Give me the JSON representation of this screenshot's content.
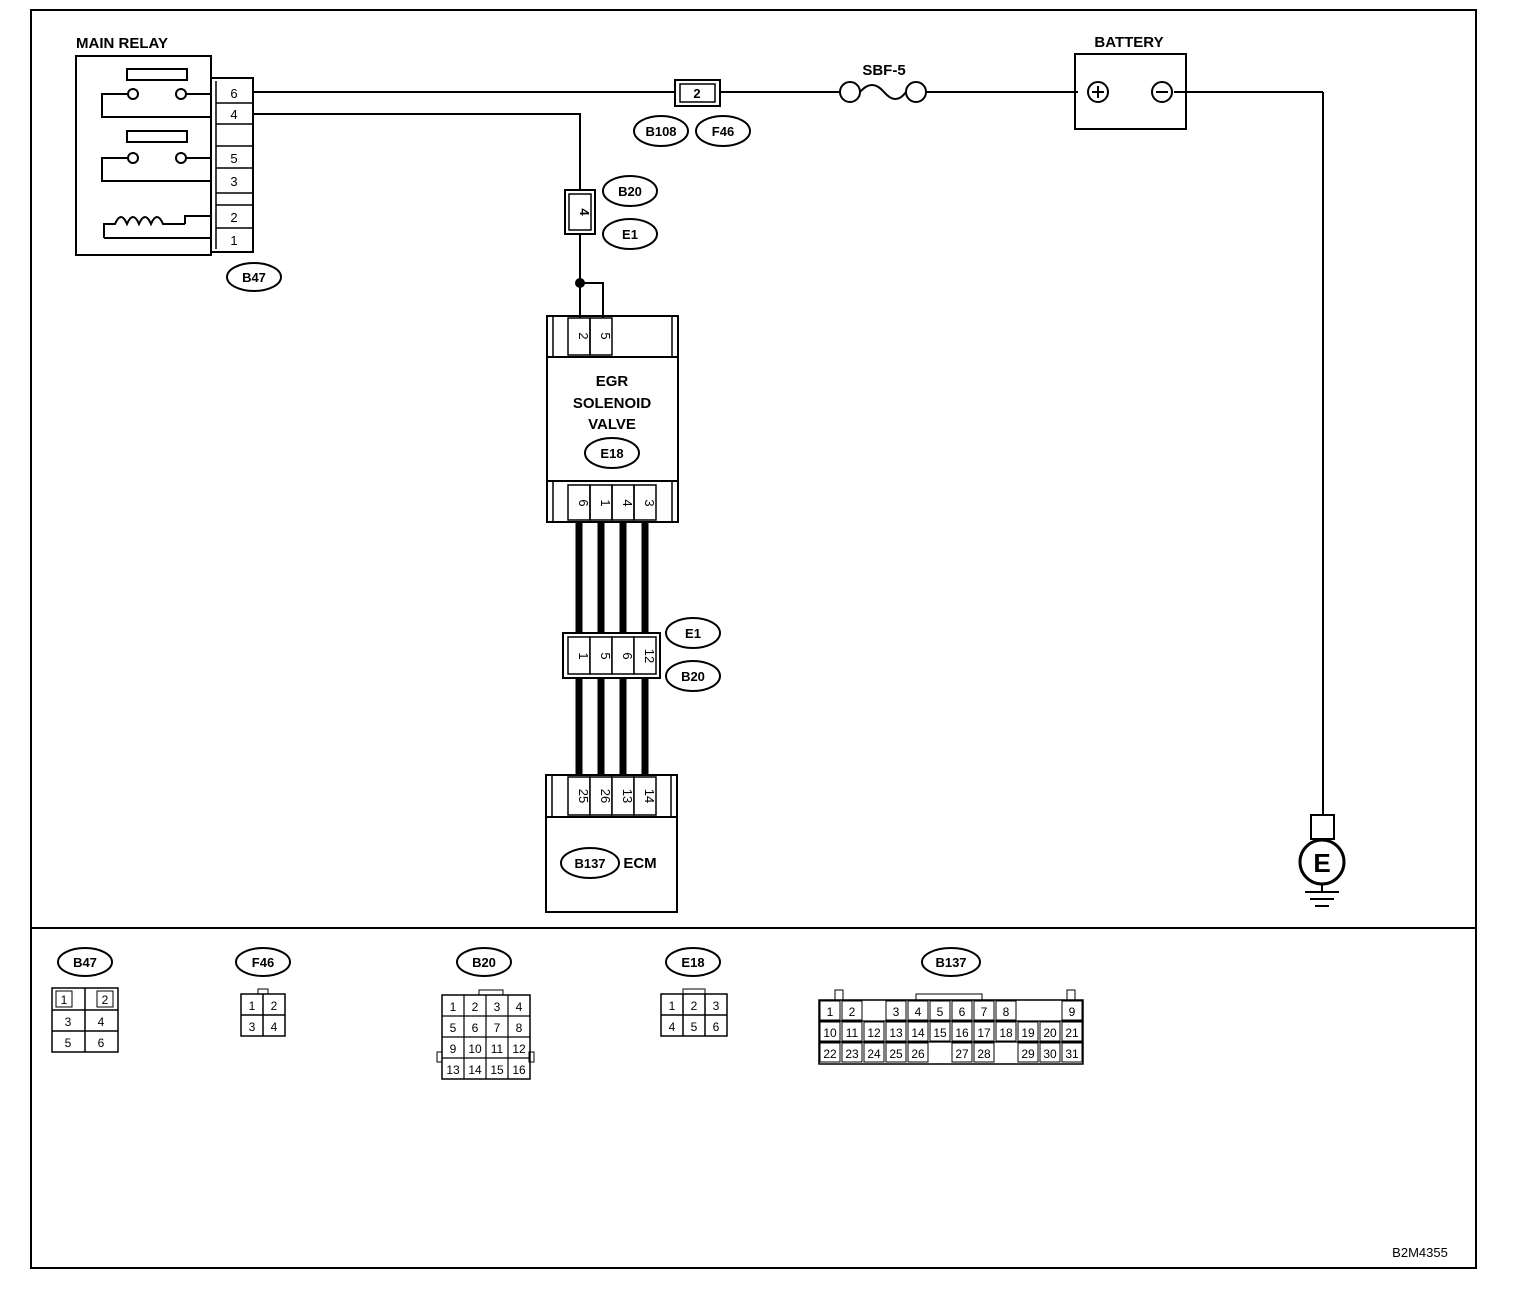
{
  "main_relay": {
    "title": "MAIN RELAY",
    "connector": "B47",
    "pins": [
      "6",
      "4",
      "5",
      "3",
      "2",
      "1"
    ]
  },
  "fuse": {
    "name": "SBF-5",
    "connector_pin": "2",
    "connectors": [
      "B108",
      "F46"
    ]
  },
  "battery": {
    "title": "BATTERY",
    "plus": "+",
    "minus": "−"
  },
  "joint_b20_top": {
    "pin": "4",
    "connectors": [
      "B20",
      "E1"
    ]
  },
  "egr_valve": {
    "line1": "EGR",
    "line2": "SOLENOID",
    "line3": "VALVE",
    "connector": "E18",
    "top_pins": [
      "2",
      "5"
    ],
    "bottom_pins": [
      "6",
      "1",
      "4",
      "3"
    ]
  },
  "joint_e1_bottom": {
    "pins": [
      "1",
      "5",
      "6",
      "12"
    ],
    "connectors": [
      "E1",
      "B20"
    ]
  },
  "ecm": {
    "label": "ECM",
    "connector": "B137",
    "pins": [
      "25",
      "26",
      "13",
      "14"
    ]
  },
  "ground": {
    "symbol": "E"
  },
  "connector_views": {
    "b47": {
      "name": "B47",
      "cells": [
        "1",
        "2",
        "3",
        "4",
        "5",
        "6"
      ]
    },
    "f46": {
      "name": "F46",
      "cells": [
        "1",
        "2",
        "3",
        "4"
      ]
    },
    "b20": {
      "name": "B20",
      "cells": [
        "1",
        "2",
        "3",
        "4",
        "5",
        "6",
        "7",
        "8",
        "9",
        "10",
        "11",
        "12",
        "13",
        "14",
        "15",
        "16"
      ]
    },
    "e18": {
      "name": "E18",
      "cells": [
        "1",
        "2",
        "3",
        "4",
        "5",
        "6"
      ]
    },
    "b137": {
      "name": "B137",
      "cells": [
        "1",
        "2",
        "3",
        "4",
        "5",
        "6",
        "7",
        "8",
        "9",
        "10",
        "11",
        "12",
        "13",
        "14",
        "15",
        "16",
        "17",
        "18",
        "19",
        "20",
        "21",
        "22",
        "23",
        "24",
        "25",
        "26",
        "27",
        "28",
        "29",
        "30",
        "31"
      ]
    }
  },
  "figure_code": "B2M4355"
}
